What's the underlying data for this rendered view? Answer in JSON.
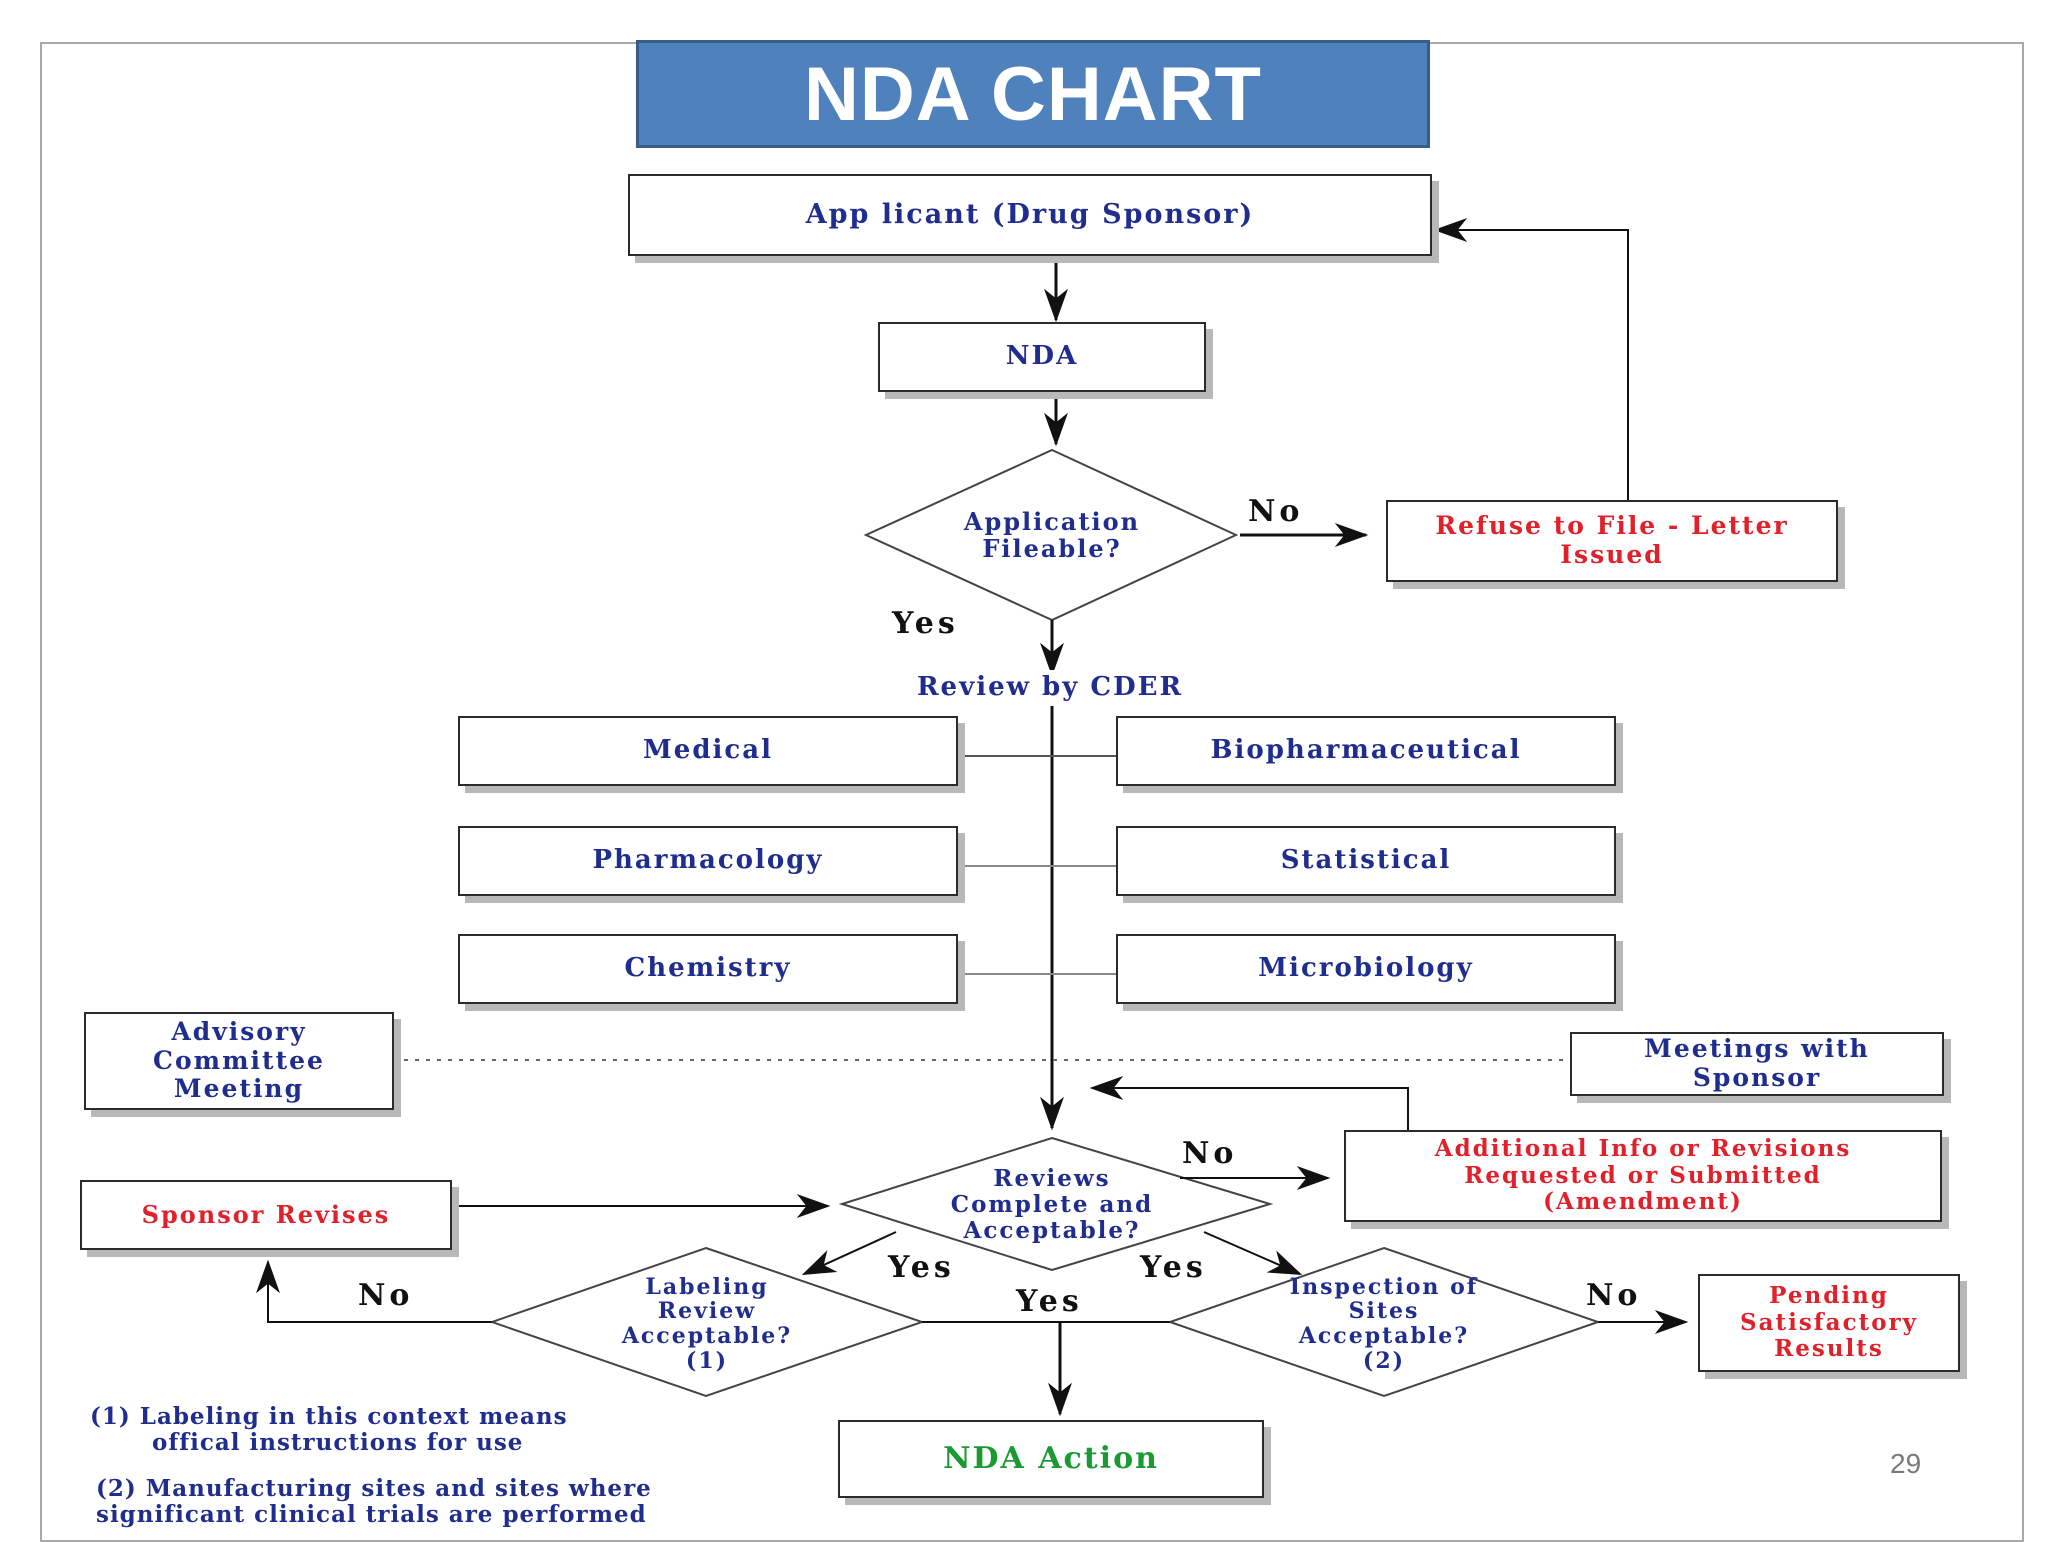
{
  "title": "NDA CHART",
  "nodes": {
    "applicant": "App licant (Drug Sponsor)",
    "nda": "NDA",
    "fileable": "Application Fileable?",
    "refuse": "Refuse to File - Letter Issued",
    "review_by": "Review by CDER",
    "medical": "Medical",
    "biopharm": "Biopharmaceutical",
    "pharmacology": "Pharmacology",
    "statistical": "Statistical",
    "chemistry": "Chemistry",
    "microbiology": "Microbiology",
    "advisory": "Advisory Committee Meeting",
    "meetings": "Meetings with Sponsor",
    "reviews_complete": "Reviews Complete and Acceptable?",
    "additional_info": "Additional Info or Revisions Requested or Submitted (Amendment)",
    "sponsor_revises": "Sponsor Revises",
    "labeling": "Labeling Review Acceptable? (1)",
    "inspection": "Inspection of Sites Acceptable? (2)",
    "pending": "Pending Satisfactory Results",
    "nda_action": "NDA Action"
  },
  "edge_labels": {
    "fileable_no": "No",
    "fileable_yes": "Yes",
    "reviews_no": "No",
    "reviews_yes_left": "Yes",
    "reviews_yes_right": "Yes",
    "action_yes": "Yes",
    "labeling_no": "No",
    "inspection_no": "No"
  },
  "notes": {
    "note1_line1": "(1) Labeling in this context means",
    "note1_line2": "offical instructions for use",
    "note2_line1": "(2) Manufacturing sites and sites where",
    "note2_line2": "significant clinical trials are performed"
  },
  "page_number": "29",
  "colors": {
    "title_bg": "#4f81bd",
    "title_text": "#ffffff",
    "node_text_blue": "#1f2d8f",
    "node_text_red": "#e0202a",
    "node_text_green": "#1b9a34"
  }
}
